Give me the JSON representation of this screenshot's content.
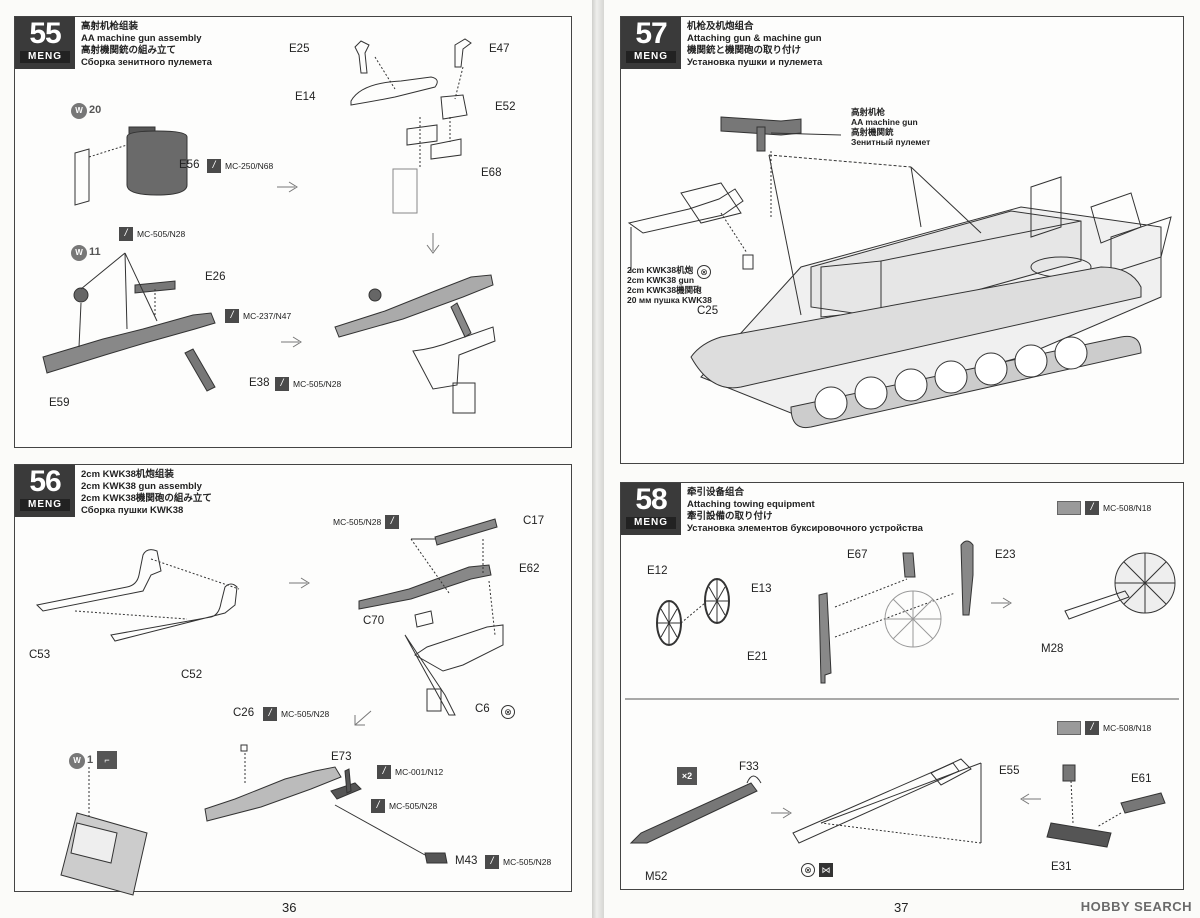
{
  "steps": {
    "s55": {
      "number": "55",
      "brand": "MENG",
      "title_cn": "高射机枪组装",
      "title_en": "AA machine gun assembly",
      "title_jp": "高射機関銃の組み立て",
      "title_ru": "Сборка зенитного пулемета"
    },
    "s56": {
      "number": "56",
      "brand": "MENG",
      "title_cn": "2cm KWK38机炮组装",
      "title_en": "2cm KWK38 gun assembly",
      "title_jp": "2cm KWK38機関砲の組み立て",
      "title_ru": "Сборка пушки KWK38"
    },
    "s57": {
      "number": "57",
      "brand": "MENG",
      "title_cn": "机枪及机炮组合",
      "title_en": "Attaching gun & machine gun",
      "title_jp": "機関銃と機関砲の取り付け",
      "title_ru": "Установка пушки и пулемета"
    },
    "s58": {
      "number": "58",
      "brand": "MENG",
      "title_cn": "牵引设备组合",
      "title_en": "Attaching towing equipment",
      "title_jp": "牽引設備の取り付け",
      "title_ru": "Установка элементов буксировочного устройства"
    }
  },
  "p55": {
    "w20": "W",
    "w20n": "20",
    "w11": "W",
    "w11n": "11",
    "labels": {
      "E25": "E25",
      "E47": "E47",
      "E14": "E14",
      "E52": "E52",
      "E56": "E56",
      "E68": "E68",
      "E26": "E26",
      "E38": "E38",
      "E59": "E59"
    },
    "paint1": "MC-250/N68",
    "paint2": "MC-505/N28",
    "paint3": "MC-237/N47",
    "paint4": "MC-505/N28"
  },
  "p56": {
    "w1": "W",
    "w1n": "1",
    "labels": {
      "C17": "C17",
      "E62": "E62",
      "C70": "C70",
      "C53": "C53",
      "C52": "C52",
      "C6": "C6",
      "C26": "C26",
      "E73": "E73",
      "M43": "M43"
    },
    "paint1": "MC-505/N28",
    "paint2": "MC-505/N28",
    "paint3": "MC-001/N12",
    "paint4": "MC-505/N28",
    "paint5": "MC-505/N28"
  },
  "p57": {
    "aa_cn": "高射机枪",
    "aa_en": "AA machine gun",
    "aa_jp": "高射機関銃",
    "aa_ru": "Зенитный пулемет",
    "gun_cn": "2cm KWK38机炮",
    "gun_en": "2cm KWK38 gun",
    "gun_jp": "2cm KWK38機関砲",
    "gun_ru": "20 мм пушка KWK38",
    "C25": "C25"
  },
  "p58": {
    "paint_top": "MC-508/N18",
    "paint_bottom": "MC-508/N18",
    "labels": {
      "E12": "E12",
      "E13": "E13",
      "E67": "E67",
      "E23": "E23",
      "E21": "E21",
      "M28": "M28",
      "F33": "F33",
      "E55": "E55",
      "E61": "E61",
      "M52": "M52",
      "E31": "E31"
    },
    "x2": "×2"
  },
  "footer": {
    "left_page": "36",
    "right_page": "37",
    "watermark": "HOBBY SEARCH"
  }
}
